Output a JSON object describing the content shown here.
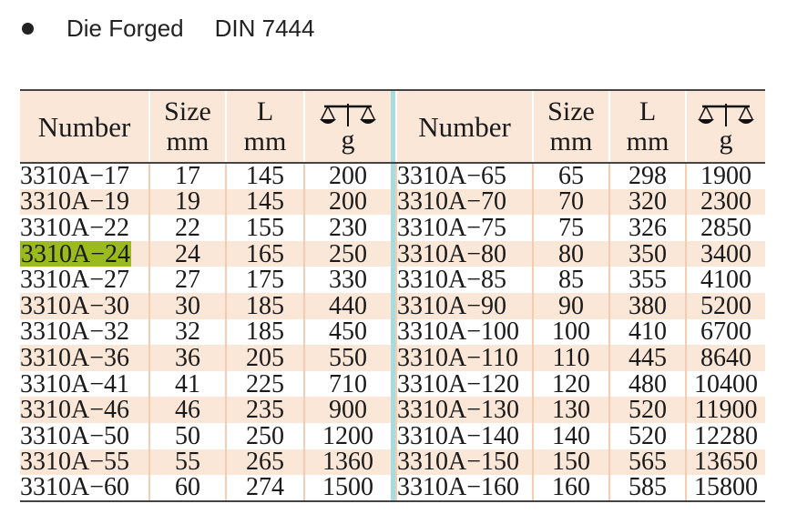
{
  "heading": {
    "method": "Die Forged",
    "standard": "DIN 7444"
  },
  "columns": [
    {
      "label": "Number"
    },
    {
      "line1": "Size",
      "line2": "mm"
    },
    {
      "line1": "L",
      "line2": "mm"
    },
    {
      "icon": "scale-icon",
      "unit": "g"
    }
  ],
  "highlight_color": "#9aba1e",
  "divider_color": "#a6dbe0",
  "stripe_color": "#fbe7d8",
  "left_rows": [
    {
      "number": "3310A−17",
      "size": "17",
      "length": "145",
      "weight": "200"
    },
    {
      "number": "3310A−19",
      "size": "19",
      "length": "145",
      "weight": "200"
    },
    {
      "number": "3310A−22",
      "size": "22",
      "length": "155",
      "weight": "230"
    },
    {
      "number": "3310A−24",
      "size": "24",
      "length": "165",
      "weight": "250",
      "highlight": true
    },
    {
      "number": "3310A−27",
      "size": "27",
      "length": "175",
      "weight": "330"
    },
    {
      "number": "3310A−30",
      "size": "30",
      "length": "185",
      "weight": "440"
    },
    {
      "number": "3310A−32",
      "size": "32",
      "length": "185",
      "weight": "450"
    },
    {
      "number": "3310A−36",
      "size": "36",
      "length": "205",
      "weight": "550"
    },
    {
      "number": "3310A−41",
      "size": "41",
      "length": "225",
      "weight": "710"
    },
    {
      "number": "3310A−46",
      "size": "46",
      "length": "235",
      "weight": "900"
    },
    {
      "number": "3310A−50",
      "size": "50",
      "length": "250",
      "weight": "1200"
    },
    {
      "number": "3310A−55",
      "size": "55",
      "length": "265",
      "weight": "1360"
    },
    {
      "number": "3310A−60",
      "size": "60",
      "length": "274",
      "weight": "1500"
    }
  ],
  "right_rows": [
    {
      "number": "3310A−65",
      "size": "65",
      "length": "298",
      "weight": "1900"
    },
    {
      "number": "3310A−70",
      "size": "70",
      "length": "320",
      "weight": "2300"
    },
    {
      "number": "3310A−75",
      "size": "75",
      "length": "326",
      "weight": "2850"
    },
    {
      "number": "3310A−80",
      "size": "80",
      "length": "350",
      "weight": "3400"
    },
    {
      "number": "3310A−85",
      "size": "85",
      "length": "355",
      "weight": "4100"
    },
    {
      "number": "3310A−90",
      "size": "90",
      "length": "380",
      "weight": "5200"
    },
    {
      "number": "3310A−100",
      "size": "100",
      "length": "410",
      "weight": "6700"
    },
    {
      "number": "3310A−110",
      "size": "110",
      "length": "445",
      "weight": "8640"
    },
    {
      "number": "3310A−120",
      "size": "120",
      "length": "480",
      "weight": "10400"
    },
    {
      "number": "3310A−130",
      "size": "130",
      "length": "520",
      "weight": "11900"
    },
    {
      "number": "3310A−140",
      "size": "140",
      "length": "520",
      "weight": "12280"
    },
    {
      "number": "3310A−150",
      "size": "150",
      "length": "565",
      "weight": "13650"
    },
    {
      "number": "3310A−160",
      "size": "160",
      "length": "585",
      "weight": "15800"
    }
  ]
}
